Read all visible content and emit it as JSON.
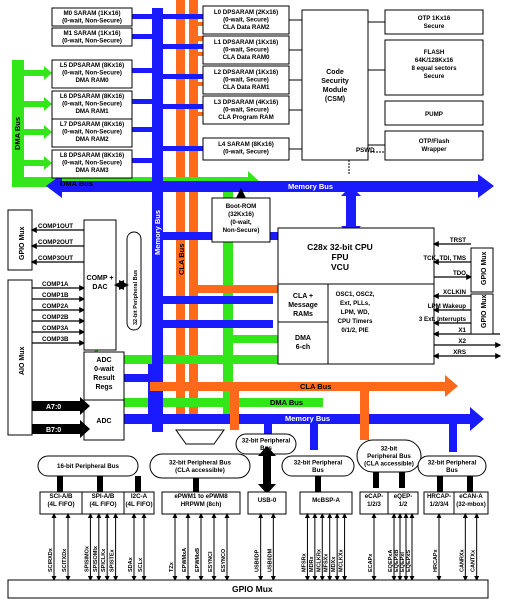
{
  "colors": {
    "memory_bus": "#1a1aff",
    "cla_bus": "#ff6a1a",
    "dma_bus": "#33e61a",
    "black": "#000000"
  },
  "memory_left": [
    [
      "M0 SARAM (1Kx16)",
      "(0-wait, Non-Secure)"
    ],
    [
      "M1 SARAM (1Kx16)",
      "(0-wait, Non-Secure)"
    ],
    [
      "L5 DPSARAM (8Kx16)",
      "(0-wait, Non-Secure)",
      "DMA RAM0"
    ],
    [
      "L6 DPSARAM (8Kx16)",
      "(0-wait, Non-Secure)",
      "DMA RAM1"
    ],
    [
      "L7 DPSARAM (8Kx16)",
      "(0-wait, Non-Secure)",
      "DMA RAM2"
    ],
    [
      "L8 DPSARAM (8Kx16)",
      "(0-wait, Non-Secure)",
      "DMA RAM3"
    ]
  ],
  "memory_mid": [
    [
      "L0 DPSARAM (2Kx16)",
      "(0-wait, Secure)",
      "CLA Data RAM2"
    ],
    [
      "L1 DPSARAM (1Kx16)",
      "(0-wait, Secure)",
      "CLA Data RAM0"
    ],
    [
      "L2 DPSARAM (1Kx16)",
      "(0-wait, Secure)",
      "CLA Data RAM1"
    ],
    [
      "L3 DPSARAM (4Kx16)",
      "(0-wait, Secure)",
      "CLA Program RAM"
    ],
    [
      "L4 SARAM (8Kx16)",
      "(0-wait, Secure)"
    ]
  ],
  "csm": [
    "Code",
    "Security",
    "Module",
    "(CSM)"
  ],
  "otp": [
    "OTP 1Kx16",
    "Secure"
  ],
  "flash": [
    "FLASH",
    "64K/128Kx16",
    "8 equal sectors",
    "Secure"
  ],
  "pump": "PUMP",
  "otp_wrapper": [
    "OTP/Flash",
    "Wrapper"
  ],
  "pswd": "PSWD",
  "bus_labels": {
    "dma_vertical": "DMA Bus",
    "dma_horizontal": "DMA Bus",
    "memory_horizontal": "Memory Bus",
    "memory_vertical": "Memory Bus",
    "cla_vertical": "CLA Bus",
    "periph_vertical": "32-bit Peripheral Bus",
    "cla_horizontal": "CLA Bus",
    "dma_horizontal2": "DMA Bus",
    "memory_horizontal2": "Memory Bus"
  },
  "boot_rom": [
    "Boot-ROM",
    "(32Kx16)",
    "(0-wait,",
    "Non-Secure)"
  ],
  "cpu": [
    "C28x 32-bit CPU",
    "FPU",
    "VCU"
  ],
  "cla": [
    "CLA +",
    "Message",
    "RAMs"
  ],
  "dma": [
    "DMA",
    "6-ch"
  ],
  "osc": [
    "OSC1, OSC2,",
    "Ext, PLLs,",
    "LPM, WD,",
    "CPU Timers",
    "0/1/2, PIE"
  ],
  "cpu_signals": [
    "TRST",
    "TCK, TDI, TMS",
    "TDO",
    "XCLKIN",
    "LPM Wakeup",
    "3 Ext. Interrupts",
    "X1",
    "X2",
    "XRS"
  ],
  "gpio_mux_right": "GPIO Mux",
  "gpio_mux_left": "GPIO Mux",
  "aio_mux": "AIO Mux",
  "comp_out": [
    "COMP1OUT",
    "COMP2OUT",
    "COMP3OUT"
  ],
  "comp_in": [
    "COMP1A",
    "COMP1B",
    "COMP2A",
    "COMP2B",
    "COMP3A",
    "COMP3B"
  ],
  "comp_dac": [
    "COMP +",
    "DAC"
  ],
  "adc_result": [
    "ADC",
    "0-wait",
    "Result",
    "Regs"
  ],
  "adc": "ADC",
  "adc_inputs": [
    "A7:0",
    "B7:0"
  ],
  "periph_buses": [
    [
      "16-bit Peripheral Bus"
    ],
    [
      "32-bit Peripheral Bus",
      "(CLA accessible)"
    ],
    [
      "32-bit Peripheral",
      "Bus"
    ],
    [
      "32-bit Peripheral",
      "Bus"
    ],
    [
      "32-bit",
      "Peripheral Bus",
      "(CLA accessible)"
    ],
    [
      "32-bit Peripheral",
      "Bus"
    ]
  ],
  "peripherals": [
    {
      "name": [
        "SCI-A/B",
        "(4L FIFO)"
      ],
      "pins": [
        "SCIRXDx",
        "SCITXDx"
      ]
    },
    {
      "name": [
        "SPI-A/B",
        "(4L FIFO)"
      ],
      "pins": [
        "SPISIMOx",
        "SPISOMIx",
        "SPICLKx",
        "SPISTEx"
      ]
    },
    {
      "name": [
        "I2C-A",
        "(4L FIFO)"
      ],
      "pins": [
        "SDAx",
        "SCLx"
      ]
    },
    {
      "name": [
        "ePWM1 to ePWM8",
        "HRPWM (8ch)"
      ],
      "pins": [
        "TZx",
        "EPWMxA",
        "EPWMxB",
        "ESYNCI",
        "ESYNCO"
      ]
    },
    {
      "name": [
        "USB-0"
      ],
      "pins": [
        "USB0DP",
        "USB0DM"
      ]
    },
    {
      "name": [
        "McBSP-A"
      ],
      "pins": [
        "MFSRx",
        "MDRx",
        "MCLKRx",
        "MFSXx",
        "MDXx",
        "MCLKXx"
      ]
    },
    {
      "name": [
        "eCAP-",
        "1/2/3"
      ],
      "pins": [
        "ECAPx"
      ]
    },
    {
      "name": [
        "eQEP-",
        "1/2"
      ],
      "pins": [
        "EQEPxA",
        "EQEPxB",
        "EQEPxI",
        "EQEPxS"
      ]
    },
    {
      "name": [
        "HRCAP-",
        "1/2/3/4"
      ],
      "pins": [
        "HRCAPx"
      ]
    },
    {
      "name": [
        "eCAN-A",
        "(32-mbox)"
      ],
      "pins": [
        "CANRXx",
        "CANTXx"
      ]
    }
  ],
  "gpio_mux_bottom": "GPIO Mux"
}
